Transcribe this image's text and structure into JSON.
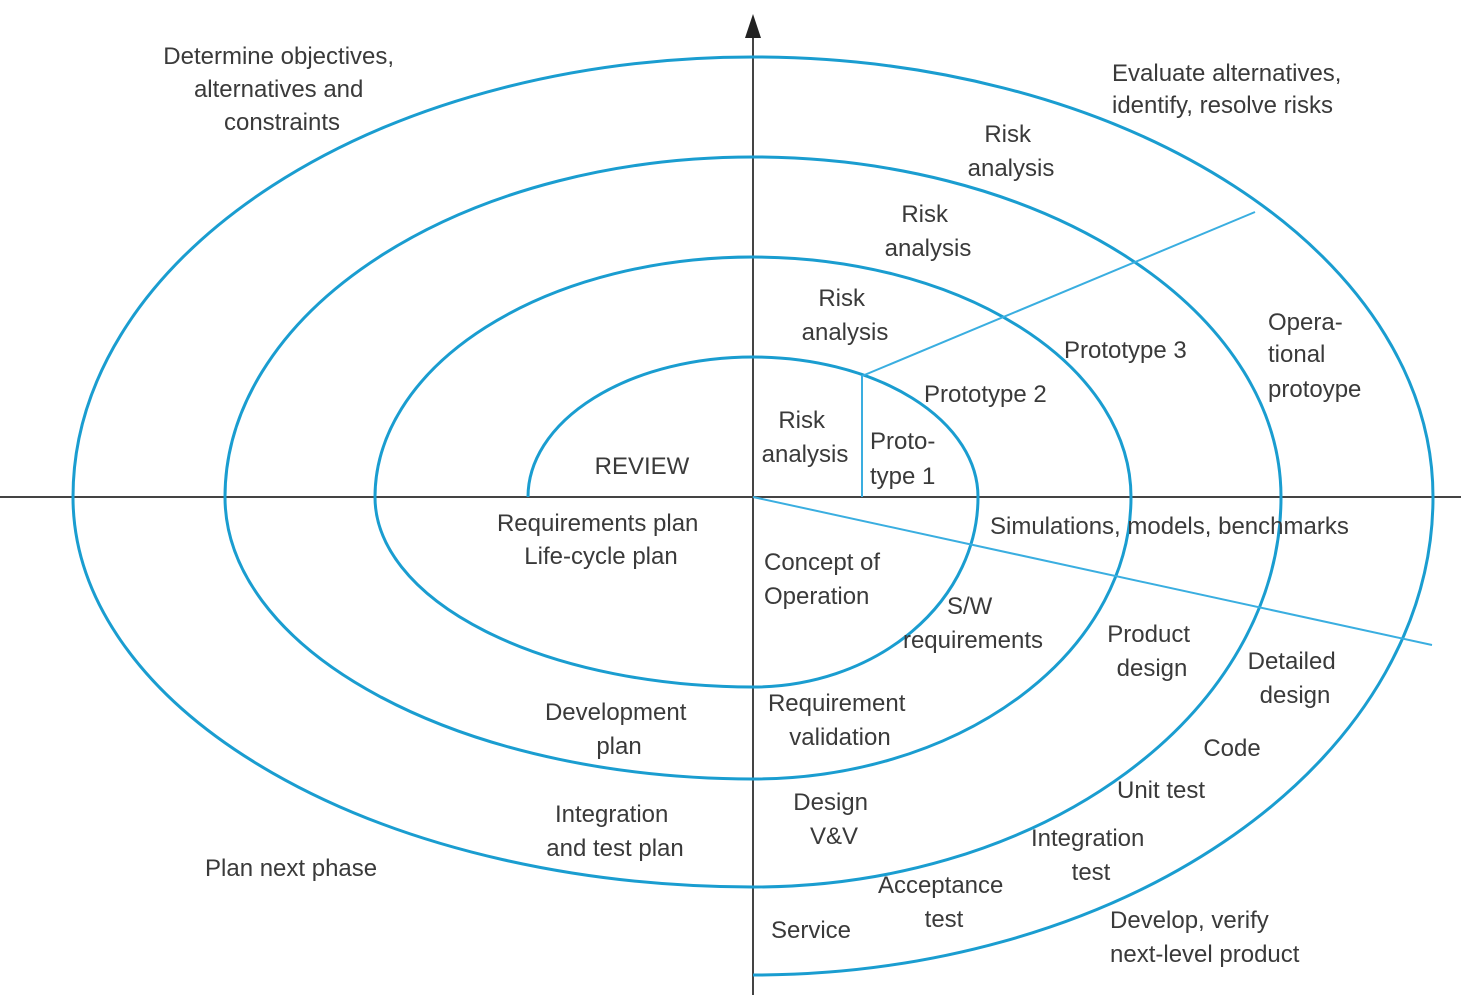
{
  "colors": {
    "spiral": "#1a9dd0",
    "axis": "#444444",
    "text": "#3a3a3a"
  },
  "quadrants": {
    "top_left": "Determine objectives, alternatives and constraints",
    "top_right": "Evaluate alternatives, identify, resolve risks",
    "bottom_left": "Plan next phase",
    "bottom_right": "Develop, verify next-level product"
  },
  "labels": {
    "review": "REVIEW",
    "risk_analysis": "Risk analysis",
    "prototype_1": "Proto- type 1",
    "prototype_2": "Prototype 2",
    "prototype_3": "Prototype 3",
    "operational_prototype": "Opera- tional protoype",
    "simulations": "Simulations, models, benchmarks",
    "requirements_plan": "Requirements plan Life-cycle plan",
    "concept_of_operation": "Concept of Operation",
    "sw_requirements": "S/W requirements",
    "product_design": "Product design",
    "detailed_design": "Detailed design",
    "code": "Code",
    "unit_test": "Unit test",
    "integration_test": "Integration test",
    "acceptance_test": "Acceptance test",
    "service": "Service",
    "design_vv": "Design V&V",
    "requirement_validation": "Requirement validation",
    "development_plan": "Development plan",
    "integration_test_plan": "Integration and test plan"
  }
}
